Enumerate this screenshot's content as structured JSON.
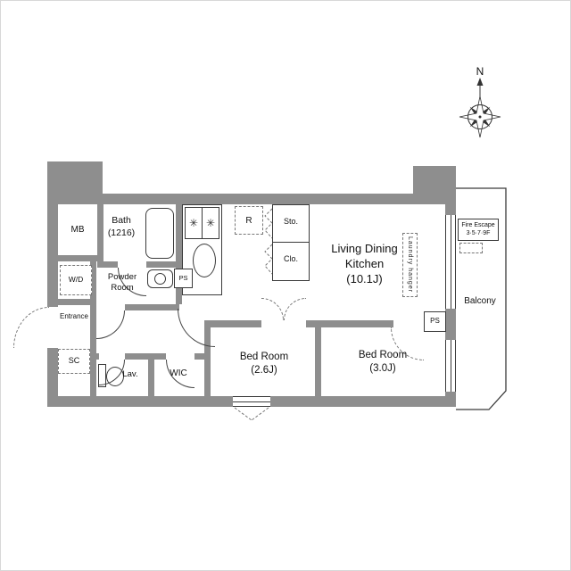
{
  "colors": {
    "wall": "#8e8e8e",
    "line": "#3a3a3a",
    "dashed": "#777777"
  },
  "compass": {
    "north": "N"
  },
  "icons": {
    "burner": "✳"
  },
  "rooms": {
    "mb": "MB",
    "bath": "Bath\n(1216)",
    "powder": "Powder\nRoom",
    "wd": "W/D",
    "entrance": "Entrance",
    "sc": "SC",
    "lav": "Lav.",
    "wic": "WIC",
    "bed1": "Bed Room\n(2.6J)",
    "bed2": "Bed Room\n(3.0J)",
    "ldk": "Living Dining\nKitchen\n(10.1J)",
    "refrigerator": "R",
    "storage": "Sto.",
    "closet": "Clo.",
    "ps_kitchen": "PS",
    "ps_bedroom": "PS",
    "balcony": "Balcony",
    "fire_escape": "Fire Escape\n3·5·7·9F",
    "laundry_hanger": "Laundry hanger"
  }
}
